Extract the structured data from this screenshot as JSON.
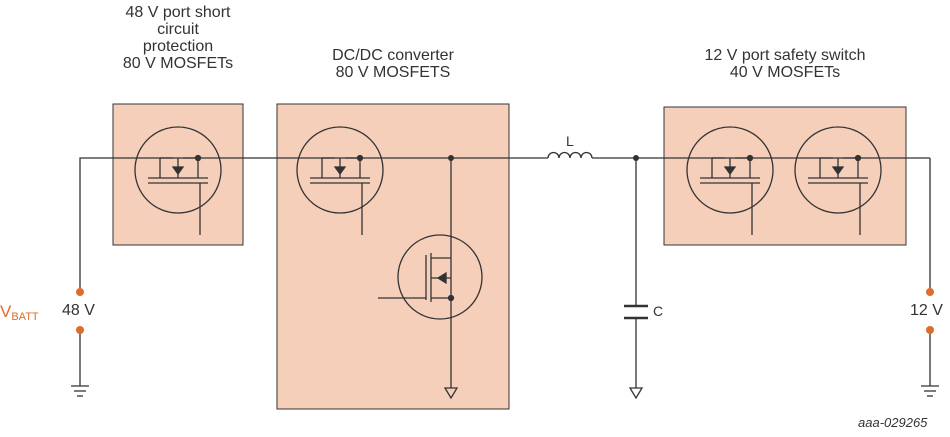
{
  "blocks": {
    "protection": {
      "lines": [
        "48 V port short",
        "circuit",
        "protection",
        "80 V MOSFETs"
      ]
    },
    "converter": {
      "lines": [
        "DC/DC converter",
        "80 V MOSFETS"
      ]
    },
    "safety": {
      "lines": [
        "12 V port safety switch",
        "40 V MOSFETs"
      ]
    }
  },
  "components": {
    "inductor": "L",
    "capacitor": "C"
  },
  "ports": {
    "left": {
      "name_main": "V",
      "name_sub": "BATT",
      "voltage": "48 V"
    },
    "right": {
      "voltage": "12 V"
    }
  },
  "figure_id": "aaa-029265",
  "colors": {
    "box_fill": "#f6cfbb",
    "box_stroke": "#333333",
    "wire": "#333333",
    "terminal": "#e06b2e",
    "vbatt_text": "#e06b2e"
  }
}
